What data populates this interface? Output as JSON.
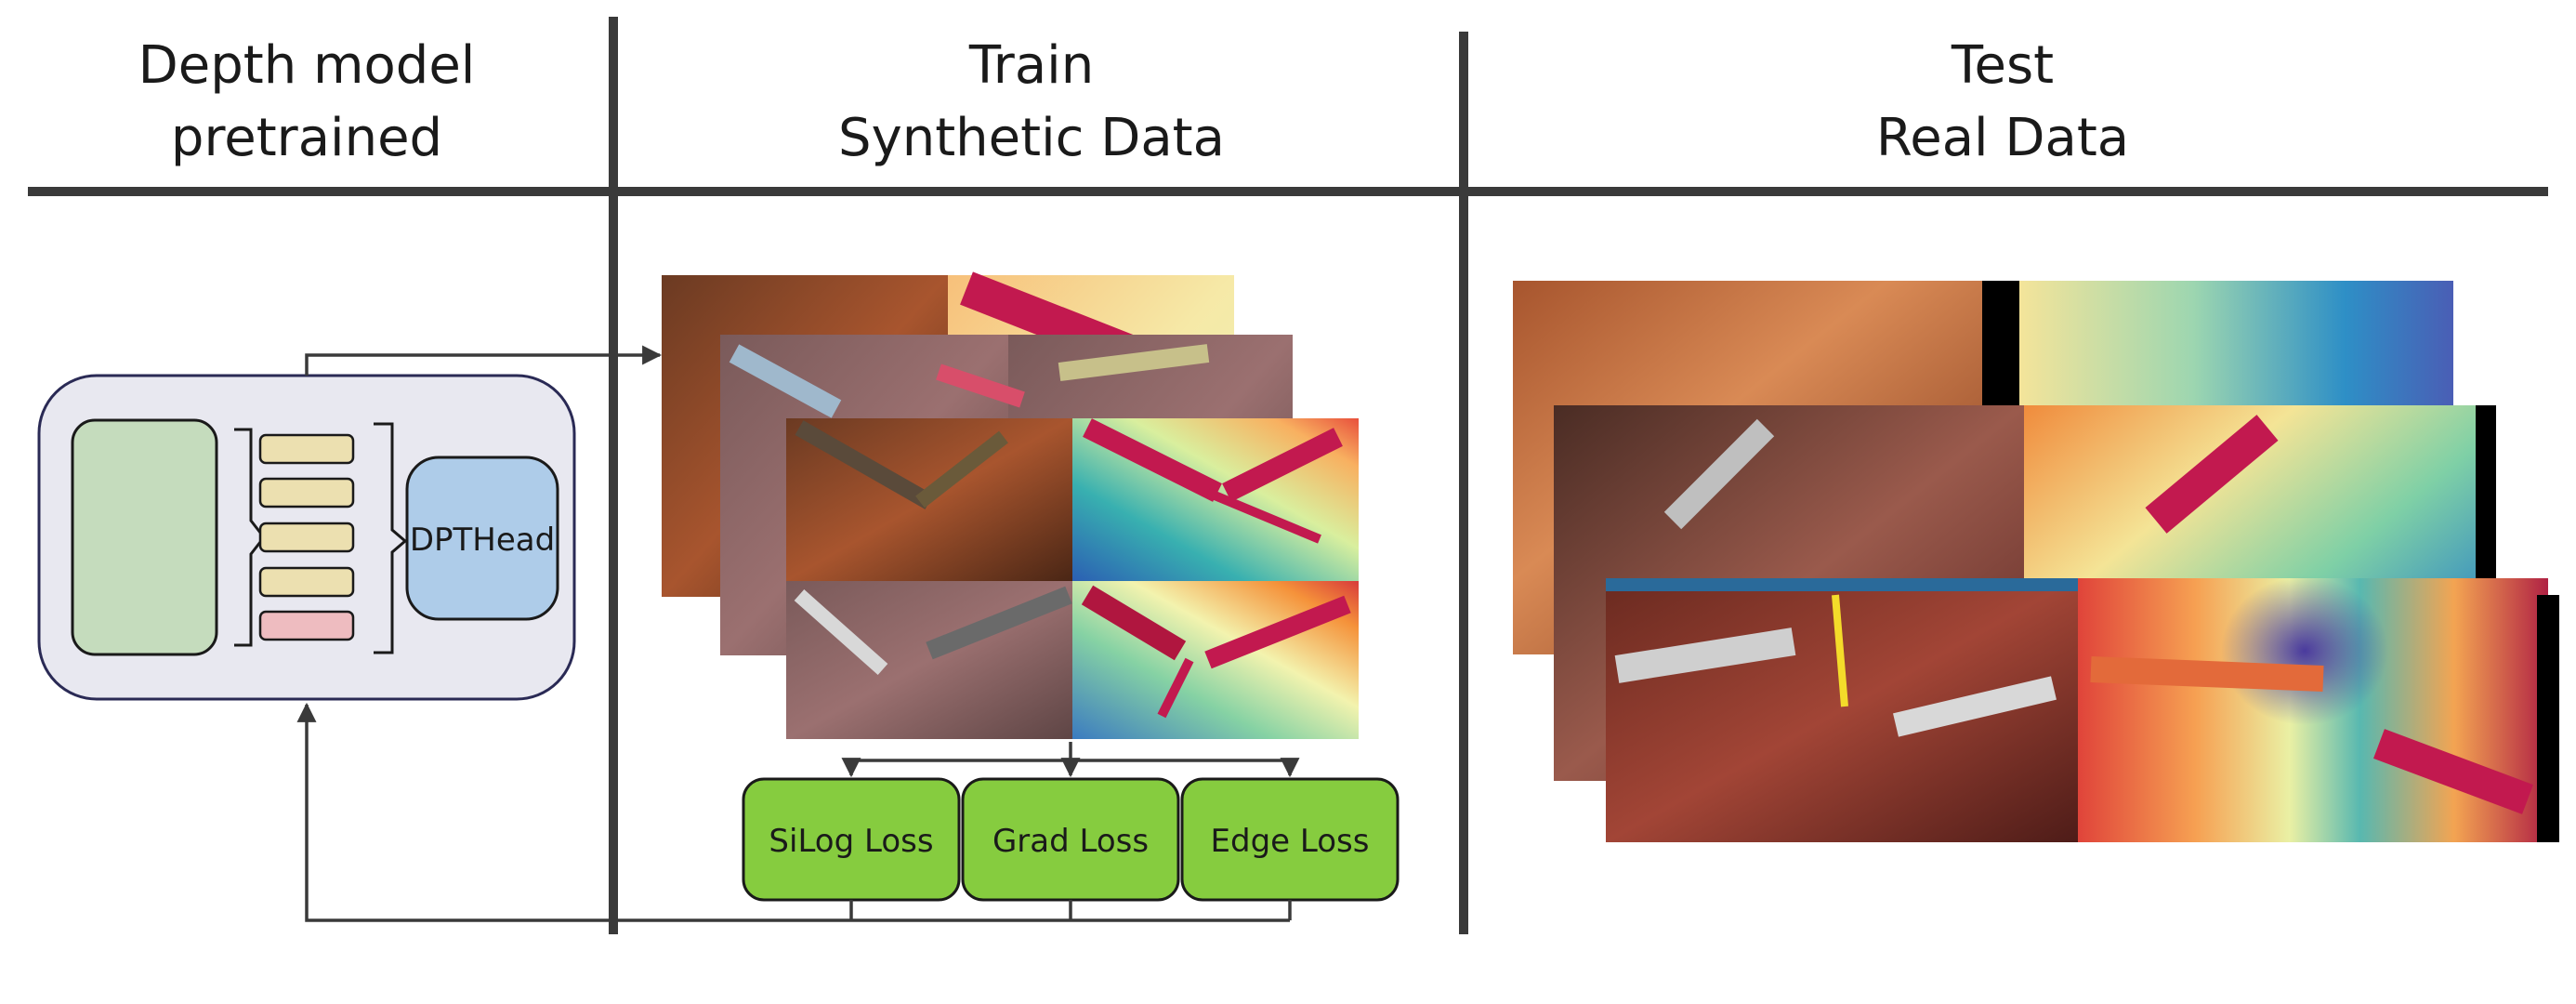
{
  "headers": {
    "pretrained": {
      "line1": "Depth model",
      "line2": "pretrained"
    },
    "train": {
      "line1": "Train",
      "line2": "Synthetic Data"
    },
    "test": {
      "line1": "Test",
      "line2": "Real Data"
    }
  },
  "model": {
    "head_label": "DPTHead"
  },
  "losses": {
    "silog": "SiLog Loss",
    "grad": "Grad Loss",
    "edge": "Edge Loss"
  },
  "colors": {
    "line": "#3a3a3a",
    "model_box": "#e8e8f0",
    "model_border": "#2a2a55",
    "encoder_block": "#c5dcbd",
    "head_block": "#aecce9",
    "token": "#ece0b0",
    "token_special": "#eebcc0",
    "loss_fill": "#86cc3f"
  }
}
